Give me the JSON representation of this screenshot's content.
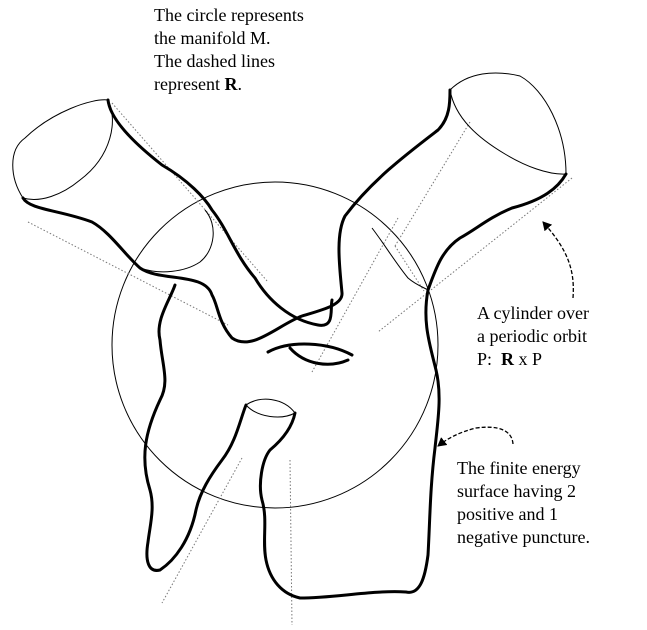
{
  "labels": {
    "manifold": {
      "line1": "The circle represents",
      "line2": "the manifold M.",
      "line3": "The dashed lines",
      "line4_pre": "represent ",
      "line4_bold": "R",
      "line4_post": "."
    },
    "cylinder": {
      "line1": "A cylinder over",
      "line2": "a periodic orbit",
      "line3_pre": "P:  ",
      "line3_bold": "R",
      "line3_post": " x P"
    },
    "surface": {
      "line1": "The finite energy",
      "line2": "surface having 2",
      "line3": "positive and 1",
      "line4": "negative puncture."
    }
  },
  "colors": {
    "stroke": "#000000",
    "dashed": "#777777",
    "background": "#ffffff"
  }
}
